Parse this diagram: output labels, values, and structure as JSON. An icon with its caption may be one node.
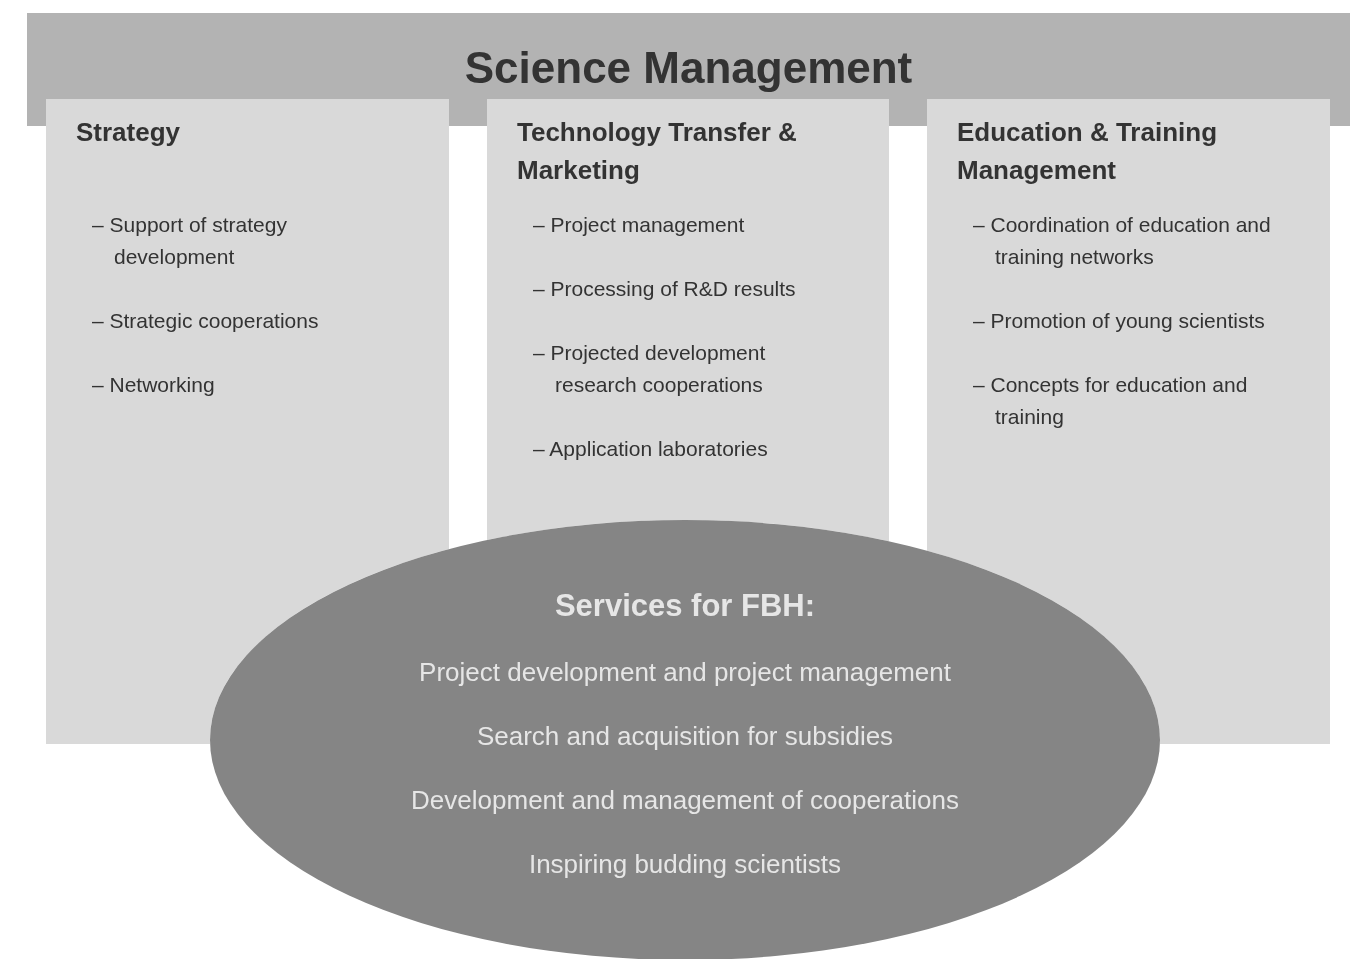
{
  "diagram": {
    "nodes": [
      {
        "text": [
          "Science Management"
        ]
      },
      {
        "text": [
          "Strategy",
          "– Support of strategy development",
          "– Strategic cooperations",
          "– Networking"
        ]
      },
      {
        "text": [
          "Technology Transfer & Marketing",
          "– Project management",
          "– Processing of R&D results",
          "– Projected development research cooperations",
          "– Application laboratories"
        ]
      },
      {
        "text": [
          "Education & Training Management",
          "– Coordination of education and training networks",
          "– Promotion of young scientists",
          "– Concepts for education and training"
        ]
      },
      {
        "text": [
          "Services for FBH:",
          "Project development and project management",
          "Search and acquisition for subsidies",
          "Development and management of cooperations",
          "Inspiring budding scientists"
        ]
      }
    ]
  }
}
